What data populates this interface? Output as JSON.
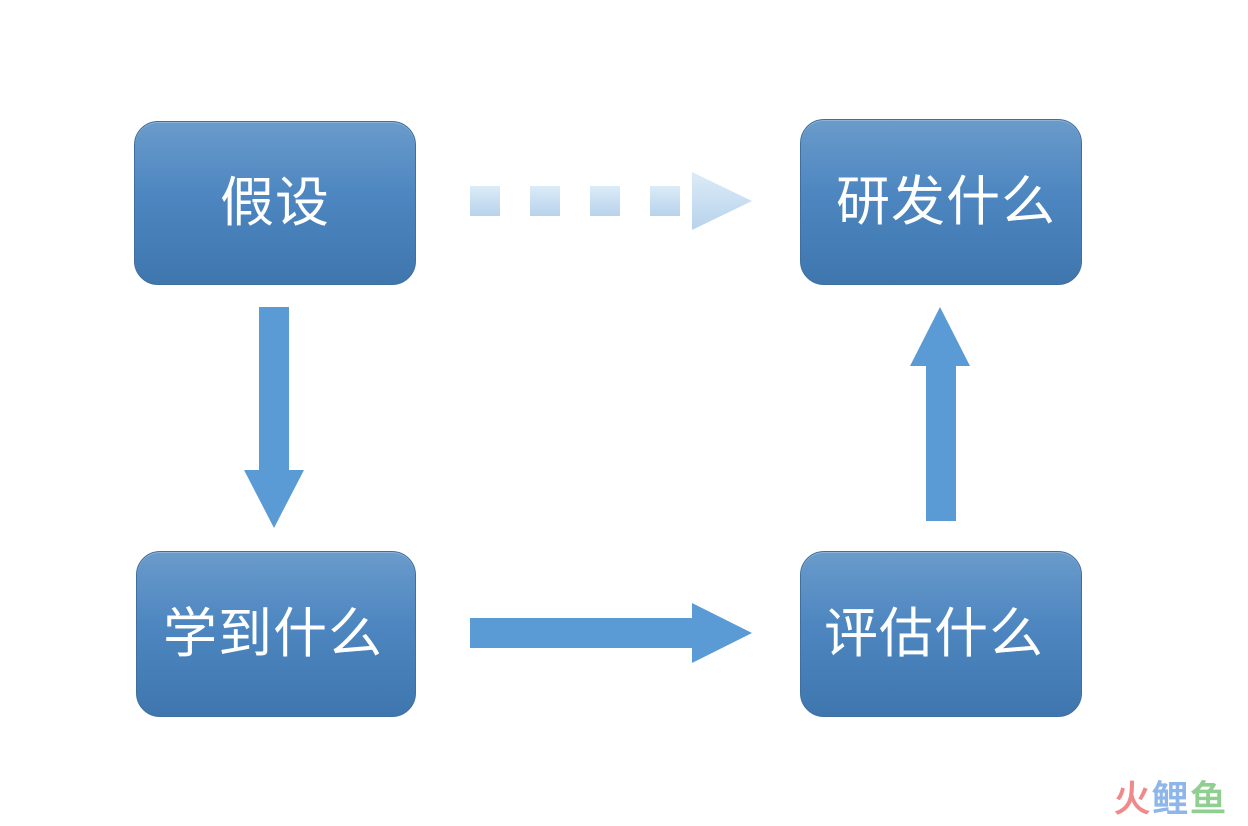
{
  "diagram": {
    "nodes": {
      "hypothesis": {
        "label": "假设"
      },
      "build": {
        "label": "研发什么"
      },
      "learn": {
        "label": "学到什么"
      },
      "measure": {
        "label": "评估什么"
      }
    },
    "colors": {
      "node_top": "#6a9bcb",
      "node_bottom": "#3f76ae",
      "node_border": "#3f6f9f",
      "arrow": "#5b9bd5",
      "dashed_arrow": "#c5dcef"
    }
  },
  "watermark": {
    "char_1": "火",
    "char_2": "鲤",
    "char_3": "鱼"
  }
}
